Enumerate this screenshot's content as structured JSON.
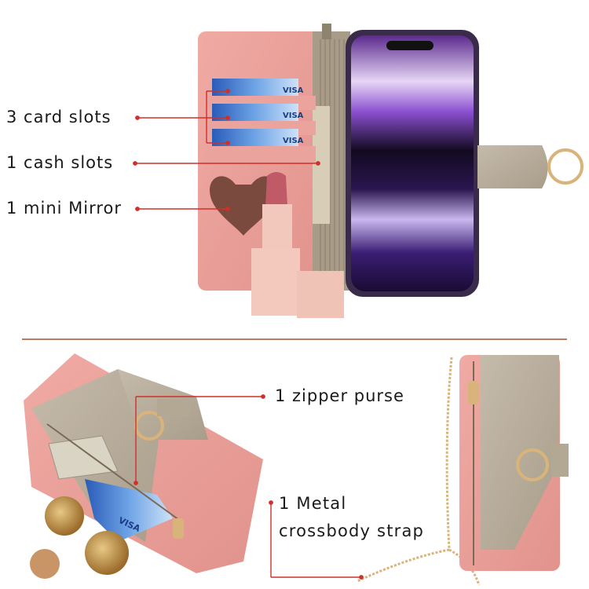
{
  "labels": {
    "card_slots": "3 card slots",
    "cash_slots": "1 cash slots",
    "mini_mirror": "1 mini Mirror",
    "zipper_purse": "1 zipper purse",
    "strap_line1": "1 Metal",
    "strap_line2": "crossbody strap"
  },
  "card_text": "VISA",
  "colors": {
    "pink_leather": "#eaa09a",
    "taupe_leather": "#b8ad9c",
    "annotation_line": "#d0302a",
    "divider": "#a0522d",
    "phone_screen": "#6a2fa8",
    "gold": "#d9b47a"
  }
}
